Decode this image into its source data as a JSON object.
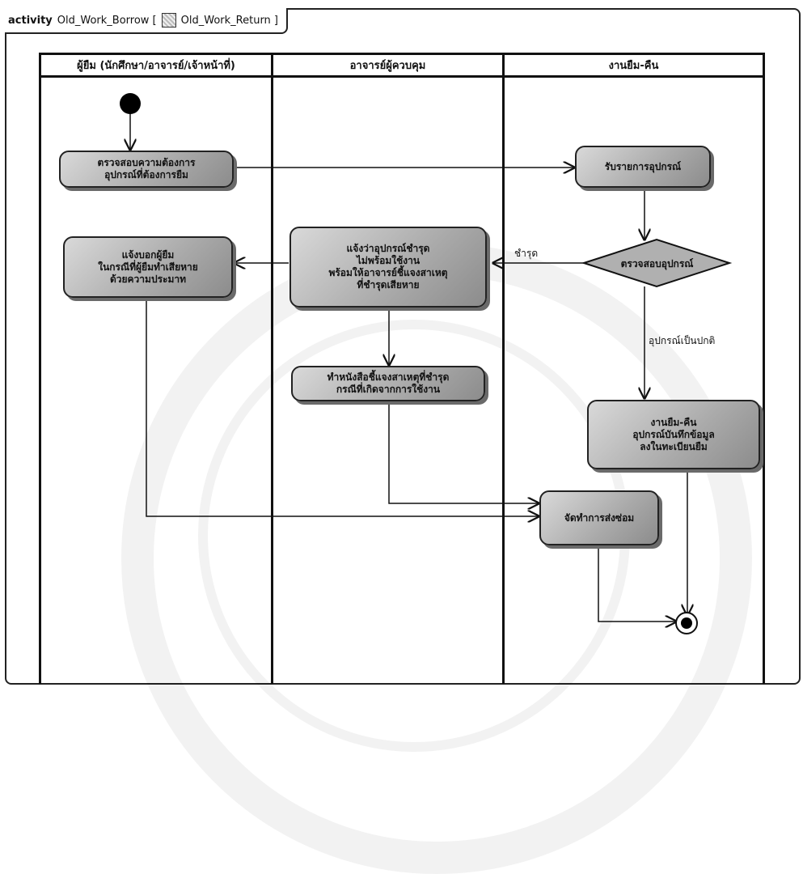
{
  "frame": {
    "keyword": "activity",
    "name": "Old_Work_Borrow [",
    "ref": "Old_Work_Return ]",
    "ref_icon": "activity-diagram-icon"
  },
  "lanes": [
    {
      "label": "ผู้ยืม (นักศึกษา/อาจารย์/เจ้าหน้าที่)"
    },
    {
      "label": "อาจารย์ผู้ควบคุม"
    },
    {
      "label": "งานยืม-คืน"
    }
  ],
  "nodes": {
    "check_request": "ตรวจสอบความต้องการ\nอุปกรณ์ที่ต้องการยืม",
    "receive_list": "รับรายการอุปกรณ์",
    "inspect_decision": "ตรวจสอบอุปกรณ์",
    "notify_borrower": "แจ้งบอกผู้ยืม\nในกรณีที่ผู้ยืมทำเสียหาย\nด้วยความประมาท",
    "notify_damage": "แจ้งว่าอุปกรณ์ชำรุด\nไม่พร้อมใช้งาน\nพร้อมให้อาจารย์ชี้แจงสาเหตุ\nที่ชำรุดเสียหาย",
    "write_report": "ทำหนังสือชี้แจงสาเหตุที่ชำรุด\nกรณีที่เกิดจากการใช้งาน",
    "record_return": "งานยืม-คืน\nอุปกรณ์บันทึกข้อมูล\nลงในทะเบียนยืม",
    "send_repair": "จัดทำการส่งซ่อม"
  },
  "edges": {
    "damaged_label": "ชำรุด",
    "normal_label": "อุปกรณ์เป็นปกติ"
  }
}
